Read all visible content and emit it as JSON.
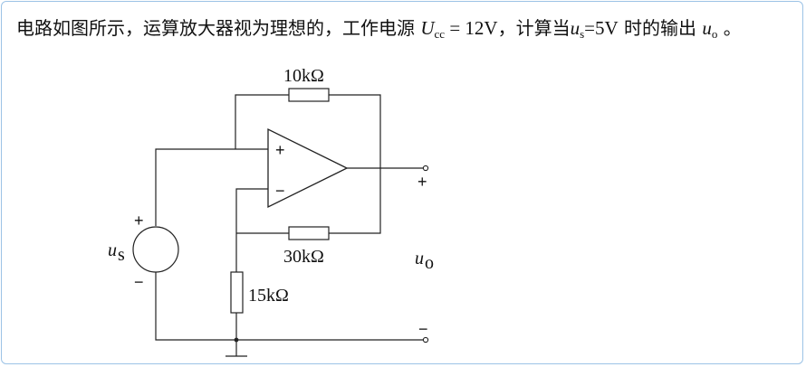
{
  "question": {
    "text_1": "电路如图所示，运算放大器视为理想的，工作电源 ",
    "ucc_symbol": "U",
    "ucc_sub": "cc",
    "ucc_eq": " = 12V",
    "text_2": "，计算当",
    "us_symbol": "u",
    "us_sub": "s",
    "us_eq": "=5V",
    "text_3": " 时的输出 ",
    "uo_symbol": "u",
    "uo_sub": "o",
    "text_4": " 。"
  },
  "circuit": {
    "r_feedback_top": "10kΩ",
    "r_feedback_bottom": "30kΩ",
    "r_ground": "15kΩ",
    "opamp_plus": "+",
    "opamp_minus": "−",
    "source_label": "u",
    "source_sub": "s",
    "source_plus": "+",
    "source_minus": "−",
    "output_label": "u",
    "output_sub": "o",
    "output_plus": "+",
    "output_minus": "−"
  }
}
